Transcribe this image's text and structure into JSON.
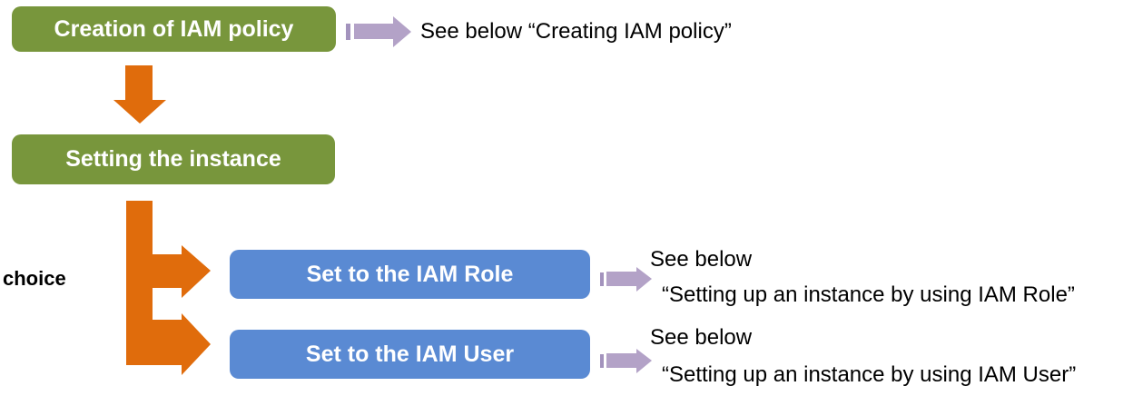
{
  "diagram": {
    "title_implied": "IAM setup flow",
    "colors": {
      "step_box_green": "#78963C",
      "branch_box_blue": "#5A8AD3",
      "connector_orange": "#E06C0C",
      "pointer_purple": "#B3A2C7",
      "pointer_purple_stripe": "#A393BD",
      "note_text": "#000000",
      "box_text": "#FFFFFF",
      "background": "#FFFFFF"
    },
    "flow": {
      "step1": {
        "label": "Creation of IAM policy",
        "note": "See below “Creating IAM policy”"
      },
      "step2": {
        "label": "Setting the instance"
      },
      "choice_label": "choice",
      "branches": [
        {
          "label": "Set to the IAM Role",
          "note_line1": "See below",
          "note_line2": "“Setting up an instance by using IAM Role”"
        },
        {
          "label": "Set to the IAM User",
          "note_line1": "See below",
          "note_line2": "“Setting up an instance by using IAM User”"
        }
      ]
    }
  }
}
